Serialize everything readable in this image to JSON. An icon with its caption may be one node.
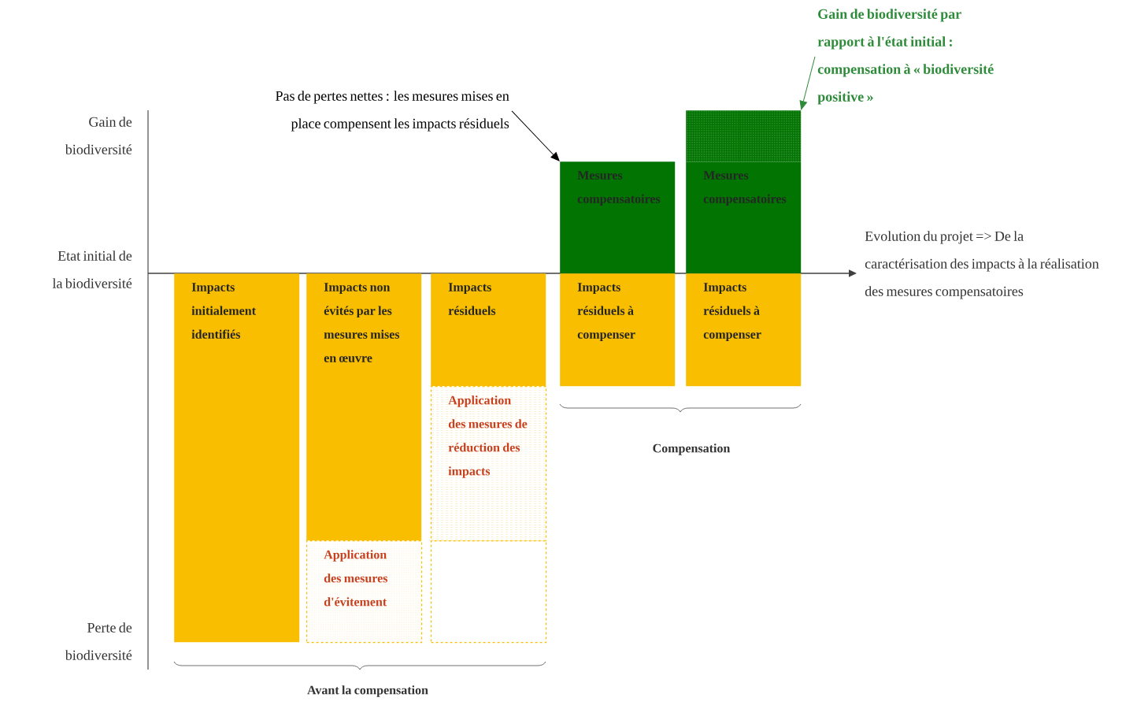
{
  "diagram": {
    "nodes": [
      {
        "text": [
          "Impacts initialement identifiés"
        ]
      },
      {
        "text": [
          "Impacts non évités par les mesures mises en œuvre"
        ]
      },
      {
        "text": [
          "Application des mesures d'évitement"
        ]
      },
      {
        "text": [
          "Impacts résiduels"
        ]
      },
      {
        "text": [
          "Application des mesures de réduction des impacts"
        ]
      },
      {
        "text": [],
        "shape": "box"
      },
      {
        "text": [
          "Mesures compensatoires"
        ]
      },
      {
        "text": [
          "Impacts résiduels à compenser"
        ]
      },
      {
        "text": [
          "Mesures compensatoires"
        ]
      },
      {
        "text": [],
        "shape": "box"
      },
      {
        "text": [
          "Impacts résiduels à compenser"
        ]
      },
      {
        "text": [
          "Pas de pertes nettes : les mesures mises en place compensent les impacts résiduels"
        ]
      },
      {
        "text": [
          "Gain de biodiversité par rapport à l'état initial : compensation à « biodiversité positive »"
        ]
      }
    ],
    "edges": [
      {
        "from": 11,
        "to": 6,
        "arrow": "to"
      },
      {
        "from": 12,
        "to": 9,
        "arrow": "to",
        "color": "#2e8b3a"
      }
    ],
    "labels": [
      "Gain de biodiversité",
      "Etat initial de la biodiversité",
      "Perte de biodiversité",
      "Evolution du projet => De la caractérisation des impacts à la réalisation des mesures compensatoires",
      "Compensation",
      "Avant la compensation"
    ]
  }
}
